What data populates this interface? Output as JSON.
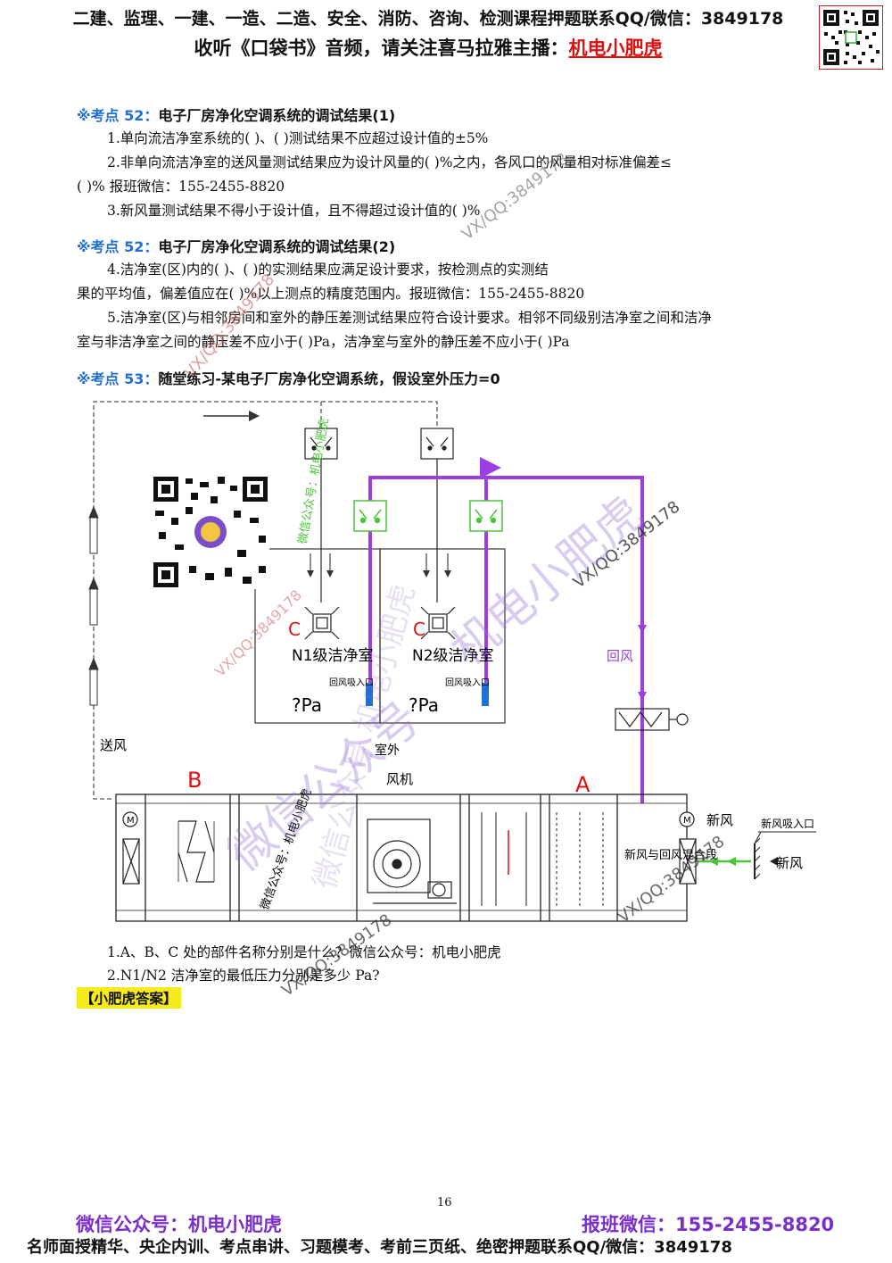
{
  "header": {
    "line1": "二建、监理、一建、一造、二造、安全、消防、咨询、检测课程押题联系QQ/微信：3849178",
    "line2_prefix": "收听《口袋书》音频，请关注喜马拉雅主播：",
    "line2_highlight": "机电小肥虎"
  },
  "section52a": {
    "mark": "※考点 52：",
    "title": "电子厂房净化空调系统的调试结果(1)",
    "lines": [
      "1.单向流洁净室系统的(          )、(                )测试结果不应超过设计值的±5%",
      "2.非单向流洁净室的送风量测试结果应为设计风量的(        )%之内，各风口的风量相对标准偏差≤",
      "(        )%   报班微信：155-2455-8820",
      "3.新风量测试结果不得小于设计值，且不得超过设计值的(      )%"
    ]
  },
  "section52b": {
    "mark": "※考点 52：",
    "title": "电子厂房净化空调系统的调试结果(2)",
    "lines": [
      "4.洁净室(区)内的(          )、(                )的实测结果应满足设计要求，按检测点的实测结",
      "果的平均值，偏差值应在(        )%以上测点的精度范围内。报班微信：155-2455-8820",
      "5.洁净室(区)与相邻房间和室外的静压差测试结果应符合设计要求。相邻不同级别洁净室之间和洁净",
      "室与非洁净室之间的静压差不应小于(        )Pa，洁净室与室外的静压差不应小于(        )Pa"
    ]
  },
  "section53": {
    "mark": "※考点 53：",
    "title": "随堂练习-某电子厂房净化空调系统，假设室外压力=0"
  },
  "diagram": {
    "label_A": "A",
    "label_B": "B",
    "label_C1": "C",
    "label_C2": "C",
    "room_n1": "N1级洁净室",
    "room_n2": "N2级洁净室",
    "p1": "?Pa",
    "p2": "?Pa",
    "return_inlet": "回风吸入口",
    "return_air": "回风",
    "supply_air": "送风",
    "outdoor": "室外",
    "fan": "风机",
    "fresh": "新风",
    "fresh_inlet": "新风吸入口",
    "fresh_air": "新风",
    "mix_box": "新风与回风混合段",
    "motor": "M",
    "wm_side": "微信公众号：机电小肥虎",
    "wm_fan": "微信公众号：机电小肥虎"
  },
  "questions": [
    "1.A、B、C 处的部件名称分别是什么？微信公众号：机电小肥虎",
    "2.N1/N2 洁净室的最低压力分别是多少 Pa?"
  ],
  "answer_label": "【小肥虎答案】",
  "page_number": "16",
  "watermarks": {
    "vx1": "VX/QQ:3849178",
    "vx2": "VX/QQ:3849178",
    "vx3": "VX/QQ:3849178",
    "vx4": "VX/QQ:3849178",
    "vx5": "VX/QQ:3849178",
    "vx6": "VX/QQ:3849178",
    "big1": "微信公众号",
    "big2": "机电小肥虎",
    "big3": "微信公众号 机电小肥虎"
  },
  "footer": {
    "left": "微信公众号：机电小肥虎",
    "right": "报班微信：155-2455-8820",
    "bottom": "名师面授精华、央企内训、考点串讲、习题模考、考前三页纸、绝密押题联系QQ/微信：3849178"
  },
  "colors": {
    "accent_blue": "#1f6fd6",
    "purple": "#9b3fe0",
    "green": "#4cc43a",
    "red": "#e01010",
    "answer_bg": "#f5ea1a"
  }
}
